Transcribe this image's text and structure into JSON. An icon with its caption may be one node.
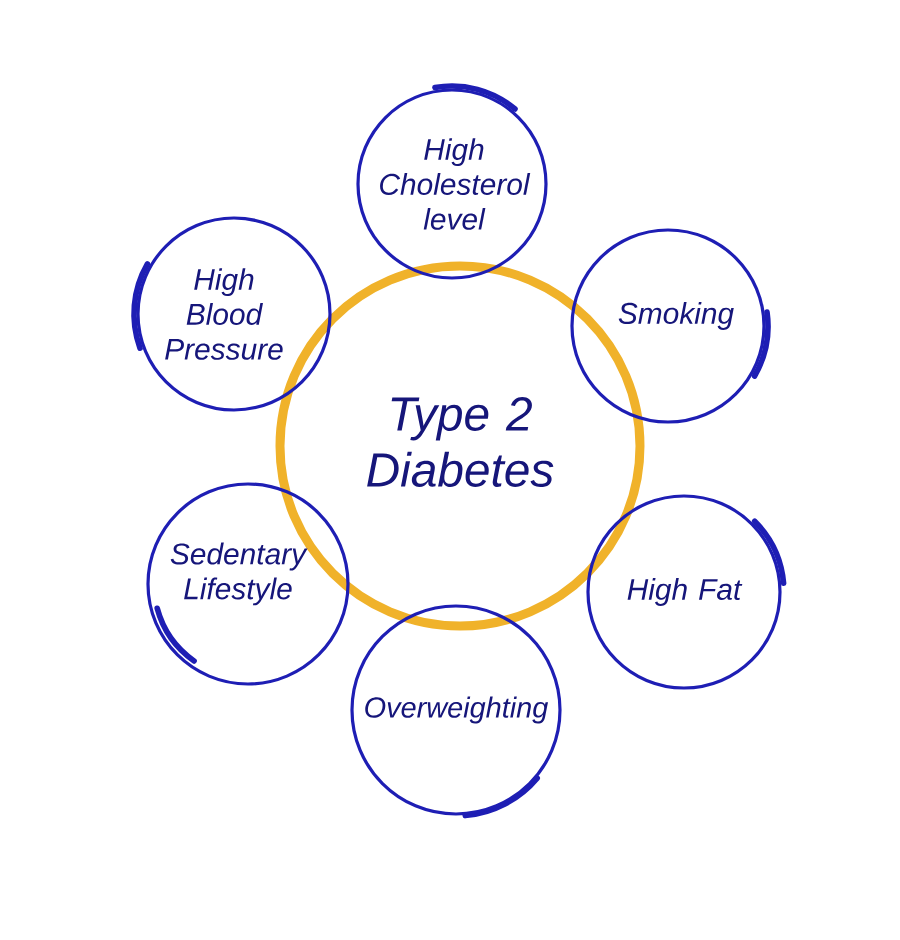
{
  "diagram": {
    "nodes": [
      {
        "text": [
          "Type 2 Diabetes"
        ]
      },
      {
        "text": [
          "High Cholesterol level"
        ]
      },
      {
        "text": [
          "Smoking"
        ]
      },
      {
        "text": [
          "High Fat"
        ]
      },
      {
        "text": [
          "Overweighting"
        ]
      },
      {
        "text": [
          "Sedentary Lifestyle"
        ]
      },
      {
        "text": [
          "High Blood Pressure"
        ]
      }
    ]
  }
}
